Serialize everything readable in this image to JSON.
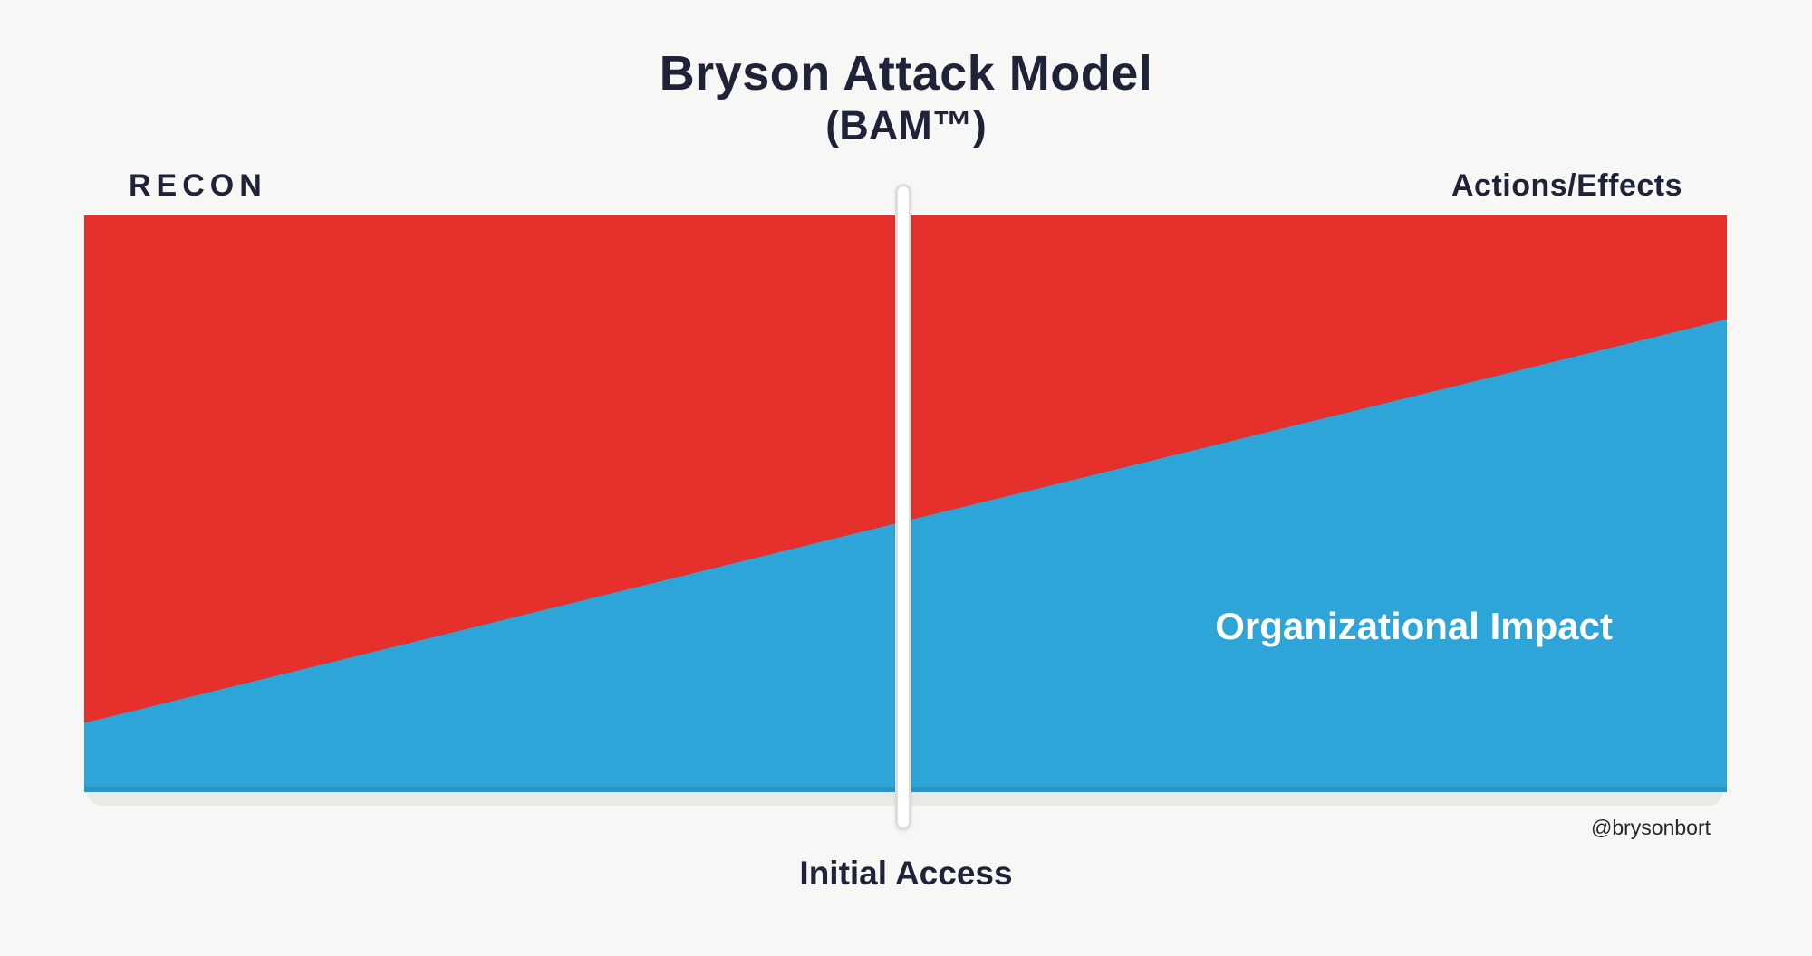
{
  "title": {
    "line1": "Bryson Attack Model",
    "line2": "(BAM™)"
  },
  "labels": {
    "top_left": "RECON",
    "top_right": "Actions/Effects",
    "blue_area": "Organizational Impact",
    "divider": "Initial Access",
    "credit": "@brysonbort"
  },
  "split": {
    "left_pct": 88,
    "right_pct": 18
  },
  "theme": {
    "bg": "#F7F7F6",
    "red": "#E5302B",
    "blue": "#2EA5D9",
    "navy": "#1F2338",
    "pill-border": "#DCDCD8",
    "shadow-col": "#E9E9E5"
  }
}
